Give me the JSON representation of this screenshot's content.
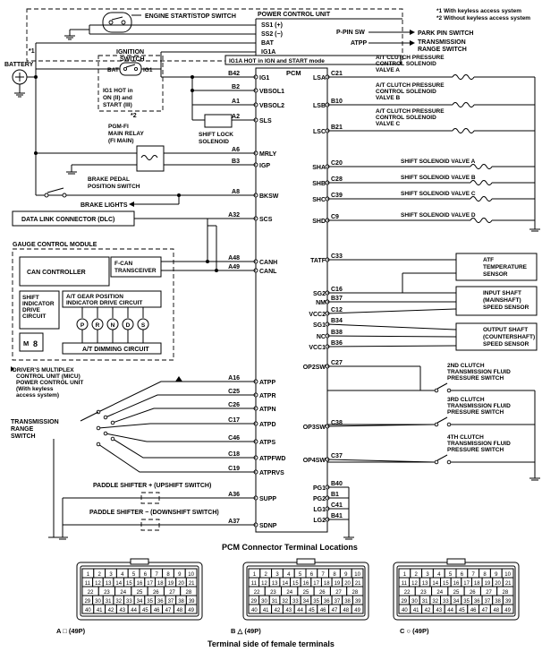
{
  "notes": {
    "n1": "*1 With keyless access system",
    "n2": "*2 Without keyless access system",
    "m1": "*1",
    "m2": "*2"
  },
  "top": {
    "engine_switch": "ENGINE START/STOP SWITCH",
    "power_unit": "POWER CONTROL UNIT",
    "ss1": "SS1 (+)",
    "ss2": "SS2 (−)",
    "bat": "BAT",
    "ig1a": "IG1A",
    "ppin": "P-PIN SW",
    "park_pin": "PARK PIN SWITCH",
    "atpp": "ATPP",
    "range1": "TRANSMISSION",
    "range2": "RANGE SWITCH",
    "ig1a_hot": "IG1A HOT in IGN and START mode",
    "battery": "BATTERY",
    "ign1": "IGNITION",
    "ign2": "SWITCH",
    "ign_bat": "BAT",
    "ign_ig1": "IG1",
    "ig1hot1": "IG1 HOT in",
    "ig1hot2": "ON (II) and",
    "ig1hot3": "START (III)"
  },
  "pcm": {
    "label": "PCM",
    "left_pins": [
      {
        "pin": "B42",
        "name": "IG1"
      },
      {
        "pin": "B2",
        "name": "VBSOL1"
      },
      {
        "pin": "A1",
        "name": "VBSOL2"
      },
      {
        "pin": "A2",
        "name": "SLS"
      },
      {
        "pin": "A6",
        "name": "MRLY"
      },
      {
        "pin": "B3",
        "name": "IGP"
      },
      {
        "pin": "A8",
        "name": "BKSW"
      },
      {
        "pin": "A32",
        "name": "SCS"
      },
      {
        "pin": "A48",
        "name": "CANH"
      },
      {
        "pin": "A49",
        "name": "CANL"
      },
      {
        "pin": "A16",
        "name": "ATPP"
      },
      {
        "pin": "C25",
        "name": "ATPR"
      },
      {
        "pin": "C26",
        "name": "ATPN"
      },
      {
        "pin": "C17",
        "name": "ATPD"
      },
      {
        "pin": "C46",
        "name": "ATPS"
      },
      {
        "pin": "C18",
        "name": "ATPFWD"
      },
      {
        "pin": "C19",
        "name": "ATPRVS"
      },
      {
        "pin": "A36",
        "name": "SUPP"
      },
      {
        "pin": "A37",
        "name": "SDNP"
      }
    ],
    "right_pins": [
      {
        "pin": "C21",
        "name": "LSA"
      },
      {
        "pin": "B10",
        "name": "LSB"
      },
      {
        "pin": "B21",
        "name": "LSC"
      },
      {
        "pin": "C20",
        "name": "SHA"
      },
      {
        "pin": "C28",
        "name": "SHB"
      },
      {
        "pin": "C39",
        "name": "SHC"
      },
      {
        "pin": "C9",
        "name": "SHD"
      },
      {
        "pin": "C33",
        "name": "TATF"
      },
      {
        "pin": "C16",
        "name": "SG2"
      },
      {
        "pin": "B37",
        "name": "NM"
      },
      {
        "pin": "C12",
        "name": "VCC2"
      },
      {
        "pin": "B34",
        "name": "SG1"
      },
      {
        "pin": "B38",
        "name": "NC"
      },
      {
        "pin": "B36",
        "name": "VCC1"
      },
      {
        "pin": "C27",
        "name": "OP2SW"
      },
      {
        "pin": "C38",
        "name": "OP3SW"
      },
      {
        "pin": "C37",
        "name": "OP4SW"
      },
      {
        "pin": "B40",
        "name": "PG1"
      },
      {
        "pin": "B1",
        "name": "PG2"
      },
      {
        "pin": "C41",
        "name": "LG1"
      },
      {
        "pin": "B41",
        "name": "LG2"
      }
    ]
  },
  "components": {
    "shift_lock": [
      "SHIFT LOCK",
      "SOLENOID"
    ],
    "relay": [
      "PGM-FI",
      "MAIN RELAY",
      "(FI MAIN)"
    ],
    "brake_sw": [
      "BRAKE PEDAL",
      "POSITION SWITCH"
    ],
    "brake_lights": "BRAKE LIGHTS",
    "dlc": "DATA LINK CONNECTOR (DLC)",
    "gauge": "GAUGE CONTROL MODULE",
    "can_ctrl": "CAN CONTROLLER",
    "fcan": [
      "F-CAN",
      "TRANSCEIVER"
    ],
    "shift_ind": [
      "SHIFT",
      "INDICATOR",
      "DRIVE",
      "CIRCUIT"
    ],
    "gear_pos": [
      "A/T GEAR POSITION",
      "INDICATOR DRIVE CIRCUIT"
    ],
    "gear_letters": [
      "P",
      "R",
      "N",
      "D",
      "S"
    ],
    "m_disp": "M",
    "seg_disp": "8",
    "dimming": "A/T DIMMING CIRCUIT",
    "micu": [
      "DRIVER'S MULTIPLEX",
      "CONTROL UNIT (MICU)",
      "POWER CONTROL UNIT",
      "(With keyless",
      "access system)"
    ],
    "trs": [
      "TRANSMISSION",
      "RANGE",
      "SWITCH"
    ],
    "paddle_up": "PADDLE SHIFTER + (UPSHIFT SWITCH)",
    "paddle_down": "PADDLE SHIFTER − (DOWNSHIFT SWITCH)",
    "clutch_a": [
      "A/T CLUTCH PRESSURE",
      "CONTROL SOLENOID",
      "VALVE A"
    ],
    "clutch_b": [
      "A/T CLUTCH PRESSURE",
      "CONTROL SOLENOID",
      "VALVE B"
    ],
    "clutch_c": [
      "A/T CLUTCH PRESSURE",
      "CONTROL SOLENOID",
      "VALVE C"
    ],
    "ssa": "SHIFT SOLENOID VALVE A",
    "ssb": "SHIFT SOLENOID VALVE B",
    "ssc": "SHIFT SOLENOID VALVE C",
    "ssd": "SHIFT SOLENOID VALVE D",
    "atf": [
      "ATF",
      "TEMPERATURE",
      "SENSOR"
    ],
    "input": [
      "INPUT SHAFT",
      "(MAINSHAFT)",
      "SPEED SENSOR"
    ],
    "output": [
      "OUTPUT SHAFT",
      "(COUNTERSHAFT)",
      "SPEED SENSOR"
    ],
    "c2": [
      "2ND CLUTCH",
      "TRANSMISSION FLUID",
      "PRESSURE SWITCH"
    ],
    "c3": [
      "3RD CLUTCH",
      "TRANSMISSION FLUID",
      "PRESSURE SWITCH"
    ],
    "c4": [
      "4TH CLUTCH",
      "TRANSMISSION FLUID",
      "PRESSURE SWITCH"
    ]
  },
  "connectors": {
    "title": "PCM Connector Terminal Locations",
    "footer": "Terminal side of female terminals",
    "labels": [
      "A □ (49P)",
      "B △ (49P)",
      "C ○ (49P)"
    ]
  }
}
